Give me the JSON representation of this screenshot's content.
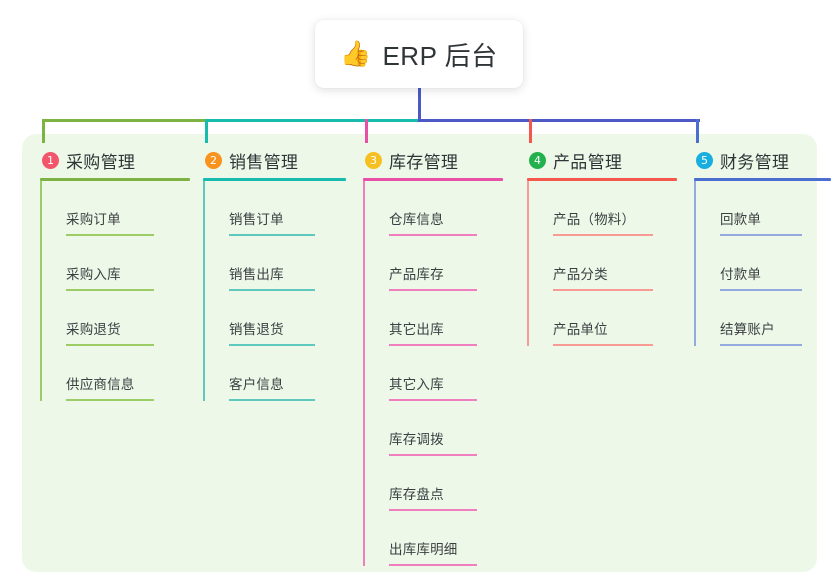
{
  "root": {
    "emoji": "👍",
    "emoji_name": "thumbs-up-emoji",
    "title": "ERP 后台"
  },
  "colors": {
    "canvas_background": "#ffffff",
    "panel_background": "#eef8e8",
    "card_background": "#ffffff",
    "title_text": "#2f3437",
    "leaf_text": "#3b3f42",
    "root_stem": "#4c59c4",
    "bus_segment_1": "#7cb342",
    "bus_segment_2": "#17bcae",
    "bus_segment_3": "#4c59c4"
  },
  "branches": [
    {
      "number": "1",
      "title": "采购管理",
      "badge_color": "#f1566b",
      "line_color": "#7cb342",
      "leaf_color": "#9ccc65",
      "items": [
        "采购订单",
        "采购入库",
        "采购退货",
        "供应商信息"
      ]
    },
    {
      "number": "2",
      "title": "销售管理",
      "badge_color": "#f8931f",
      "line_color": "#17bcae",
      "leaf_color": "#5fc9bf",
      "items": [
        "销售订单",
        "销售出库",
        "销售退货",
        "客户信息"
      ]
    },
    {
      "number": "3",
      "title": "库存管理",
      "badge_color": "#f7c022",
      "line_color": "#e850a8",
      "leaf_color": "#ef7fbe",
      "items": [
        "仓库信息",
        "产品库存",
        "其它出库",
        "其它入库",
        "库存调拨",
        "库存盘点",
        "出库库明细"
      ]
    },
    {
      "number": "4",
      "title": "产品管理",
      "badge_color": "#22b14c",
      "line_color": "#f4574e",
      "leaf_color": "#f79b94",
      "items": [
        "产品（物料）",
        "产品分类",
        "产品单位"
      ]
    },
    {
      "number": "5",
      "title": "财务管理",
      "badge_color": "#19aee0",
      "line_color": "#4a6fd0",
      "leaf_color": "#93aadf",
      "items": [
        "回款单",
        "付款单",
        "结算账户"
      ]
    }
  ]
}
